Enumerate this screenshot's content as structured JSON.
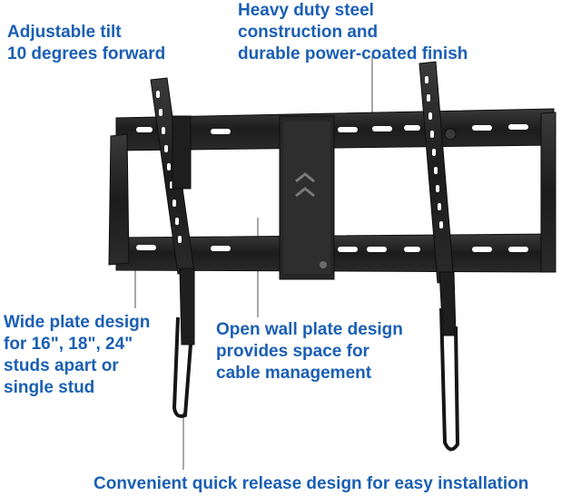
{
  "callouts": {
    "tilt": [
      "Adjustable tilt",
      "10 degrees forward"
    ],
    "steel": [
      "Heavy duty steel",
      "construction and",
      "durable power-coated finish"
    ],
    "wide_plate": [
      "Wide plate design",
      "for 16\", 18\", 24\"",
      "studs apart or",
      "single stud"
    ],
    "open_plate": [
      "Open wall plate design",
      "provides space for",
      "cable management"
    ],
    "release": "Convenient quick release design for easy installation"
  },
  "colors": {
    "label_text": "#1a5fb4",
    "metal": "#1c1c1c",
    "metal_highlight": "#3a3a3a",
    "leader_line": "#8a8a8a"
  }
}
